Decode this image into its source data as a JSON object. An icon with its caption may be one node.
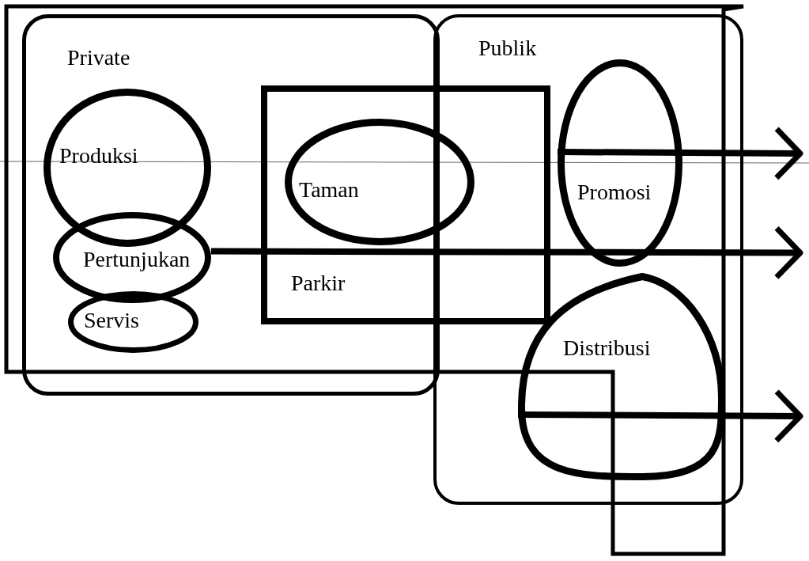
{
  "diagram": {
    "nodes": [
      {
        "text": [
          "Private"
        ]
      },
      {
        "text": [
          "Produksi"
        ],
        "in": 0
      },
      {
        "text": [
          "Pertunjukan"
        ],
        "in": 0
      },
      {
        "text": [
          "Servis"
        ],
        "in": 0
      },
      {
        "text": [
          "Parkir"
        ]
      },
      {
        "text": [
          "Taman"
        ],
        "in": 4
      },
      {
        "text": [
          "Publik"
        ]
      },
      {
        "text": [
          "Promosi"
        ],
        "in": 6
      },
      {
        "text": [
          "Distribusi"
        ],
        "in": 6
      }
    ],
    "edges": [
      {
        "from": 7,
        "to": null,
        "arrow": "to"
      },
      {
        "from": 2,
        "to": null,
        "arrow": "to"
      },
      {
        "from": 8,
        "to": null,
        "arrow": "to"
      }
    ]
  }
}
